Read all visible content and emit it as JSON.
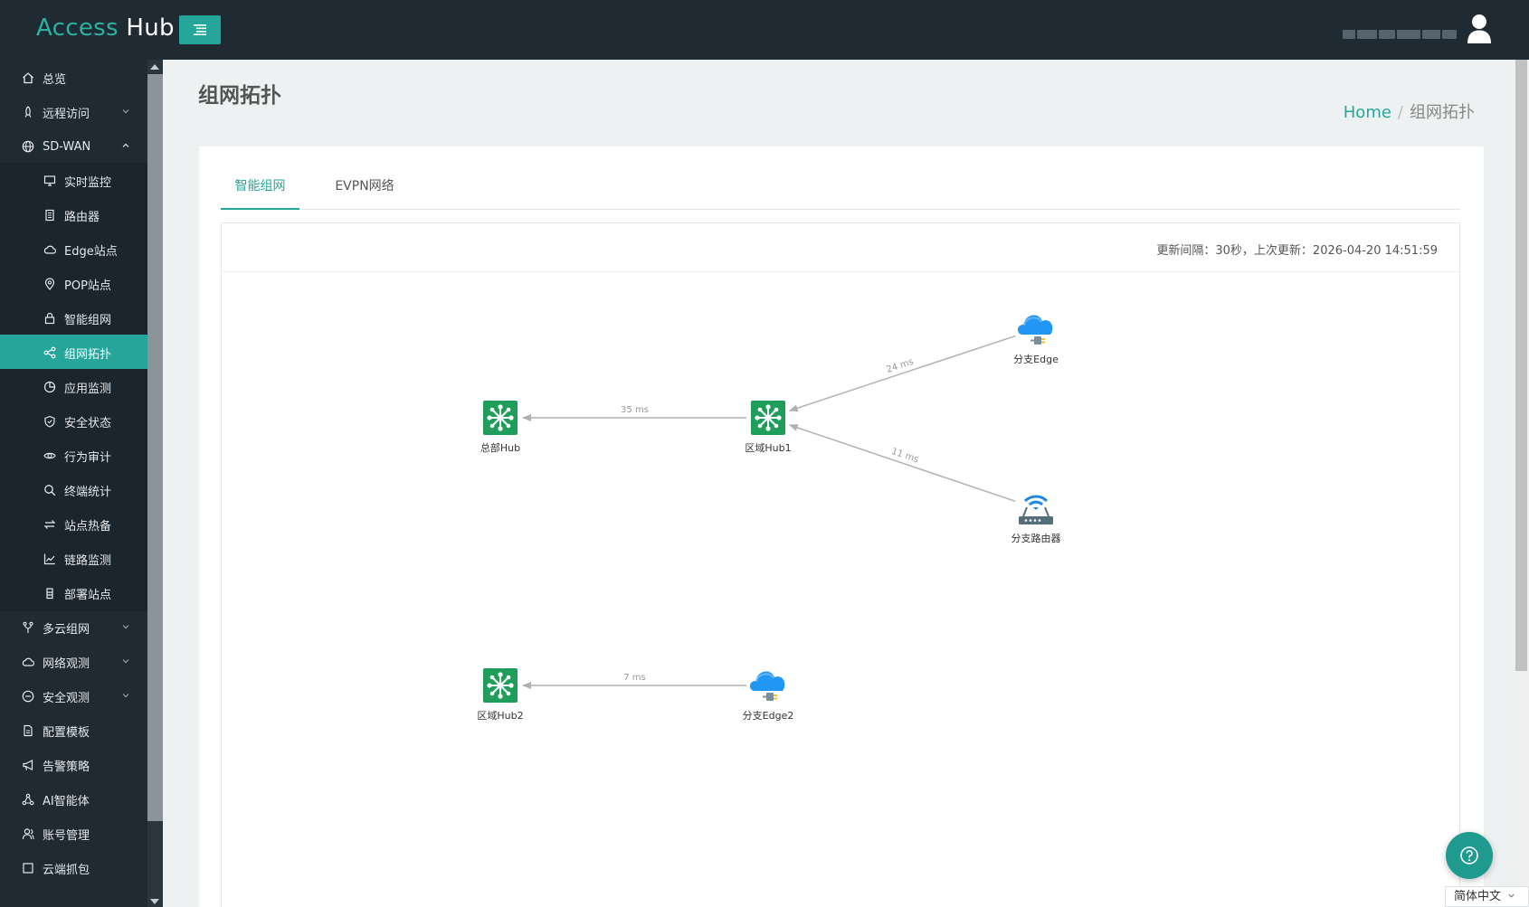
{
  "header": {
    "brand_part1": "Access",
    "brand_part2": "Hub"
  },
  "sidebar": {
    "items": [
      {
        "label": "总览",
        "icon": "home-icon"
      },
      {
        "label": "远程访问",
        "icon": "rocket-icon",
        "caret": "down"
      },
      {
        "label": "SD-WAN",
        "icon": "globe-icon",
        "caret": "up"
      },
      {
        "label": "实时监控",
        "icon": "monitor-icon"
      },
      {
        "label": "路由器",
        "icon": "router-icon"
      },
      {
        "label": "Edge站点",
        "icon": "cloud-icon"
      },
      {
        "label": "POP站点",
        "icon": "location-icon"
      },
      {
        "label": "智能组网",
        "icon": "lock-icon"
      },
      {
        "label": "组网拓扑",
        "icon": "share-icon"
      },
      {
        "label": "应用监测",
        "icon": "pie-chart-icon"
      },
      {
        "label": "安全状态",
        "icon": "shield-icon"
      },
      {
        "label": "行为审计",
        "icon": "eye-icon"
      },
      {
        "label": "终端统计",
        "icon": "search-icon"
      },
      {
        "label": "站点热备",
        "icon": "swap-icon"
      },
      {
        "label": "链路监测",
        "icon": "line-chart-icon"
      },
      {
        "label": "部署站点",
        "icon": "box-icon"
      },
      {
        "label": "多云组网",
        "icon": "fork-icon",
        "caret": "down"
      },
      {
        "label": "网络观测",
        "icon": "cloud-icon",
        "caret": "down"
      },
      {
        "label": "安全观测",
        "icon": "minus-circle-icon",
        "caret": "down"
      },
      {
        "label": "配置模板",
        "icon": "document-icon"
      },
      {
        "label": "告警策略",
        "icon": "megaphone-icon"
      },
      {
        "label": "AI智能体",
        "icon": "ai-icon"
      },
      {
        "label": "账号管理",
        "icon": "users-icon"
      },
      {
        "label": "云端抓包",
        "icon": "capture-icon"
      }
    ]
  },
  "page": {
    "title": "组网拓扑",
    "breadcrumb": {
      "home": "Home",
      "sep": "/",
      "current": "组网拓扑"
    }
  },
  "tabs": [
    {
      "label": "智能组网",
      "active": true
    },
    {
      "label": "EVPN网络",
      "active": false
    }
  ],
  "info": {
    "text": "更新间隔：30秒，上次更新：2026-04-20 14:51:59"
  },
  "topology": {
    "nodes": [
      {
        "id": "hq",
        "label": "总部Hub",
        "type": "hub"
      },
      {
        "id": "r1",
        "label": "区域Hub1",
        "type": "hub"
      },
      {
        "id": "e1",
        "label": "分支Edge",
        "type": "edge"
      },
      {
        "id": "br",
        "label": "分支路由器",
        "type": "router"
      },
      {
        "id": "r2",
        "label": "区域Hub2",
        "type": "hub"
      },
      {
        "id": "e2",
        "label": "分支Edge2",
        "type": "edge"
      }
    ],
    "links": [
      {
        "from": "r1",
        "to": "hq",
        "latency": "35 ms"
      },
      {
        "from": "e1",
        "to": "r1",
        "latency": "24 ms"
      },
      {
        "from": "br",
        "to": "r1",
        "latency": "11 ms"
      },
      {
        "from": "e2",
        "to": "r2",
        "latency": "7 ms"
      }
    ]
  },
  "colors": {
    "accent": "#26a69a",
    "sidebar_bg": "#1f2a33",
    "hub_green": "#1e9e5a",
    "cloud_blue": "#2196f3",
    "link_gray": "#b0b0b0"
  },
  "footer": {
    "language": "简体中文"
  }
}
